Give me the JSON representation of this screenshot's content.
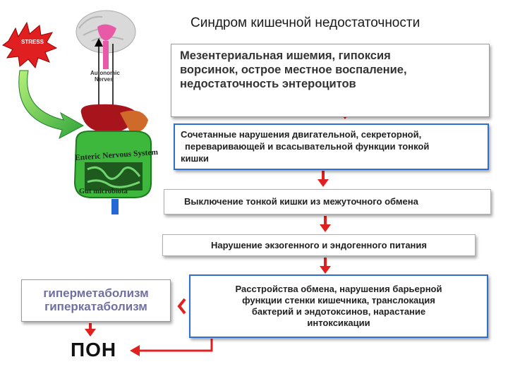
{
  "title": "Синдром кишечной недостаточности",
  "illustration": {
    "stress_label": "STRESS",
    "autonomic_nerves": [
      "Autonomic",
      "Nerves"
    ],
    "enteric_label": "Enteric Nervous System",
    "microbiota_label": "Gut microbiota"
  },
  "boxes": {
    "ischemia": [
      "Мезентериальная ишемия, гипоксия",
      "ворсинок, острое местное воспаление,",
      "недостаточность энтероцитов"
    ],
    "motility": [
      "Сочетанные нарушения двигательной, секреторной,",
      "переваривающей и всасывательной функции тонкой",
      "кишки"
    ],
    "exclusion": "Выключение тонкой кишки из межуточного обмена",
    "nutrition": "Нарушение экзогенного и эндогенного питания",
    "metabolism_disorders": [
      "Расстройства обмена, нарушения барьерной",
      "функции стенки кишечника, транслокация",
      "бактерий и эндотоксинов, нарастание",
      "интоксикации"
    ],
    "hypermetabolism": [
      "гиперметаболизм",
      "гиперкатаболизм"
    ],
    "pon": "ПОН"
  },
  "colors": {
    "arrow": "#e12020",
    "border_blue": "#2e6fd6",
    "hyper_text": "#7070a0"
  }
}
